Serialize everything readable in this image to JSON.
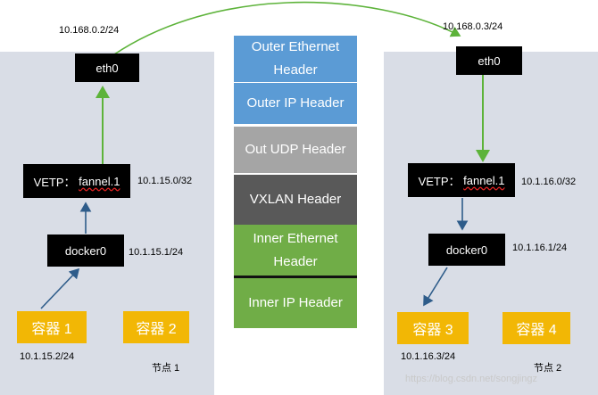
{
  "left_node": {
    "ip": "10.168.0.2/24",
    "eth": "eth0",
    "vtep_prefix": "VETP：",
    "vtep_name": "fannel.1",
    "vtep_ip": "10.1.15.0/32",
    "docker": "docker0",
    "docker_ip": "10.1.15.1/24",
    "container1": "容器 1",
    "container2": "容器 2",
    "container_ip": "10.1.15.2/24",
    "node_label": "节点 1"
  },
  "right_node": {
    "ip": "10.168.0.3/24",
    "eth": "eth0",
    "vtep_prefix": "VETP：",
    "vtep_name": "fannel.1",
    "vtep_ip": "10.1.16.0/32",
    "docker": "docker0",
    "docker_ip": "10.1.16.1/24",
    "container3": "容器 3",
    "container4": "容器 4",
    "container_ip": "10.1.16.3/24",
    "node_label": "节点 2"
  },
  "packet": {
    "outer_ethernet": "Outer Ethernet Header",
    "outer_ip": "Outer IP Header",
    "udp": "Out UDP Header",
    "vxlan": "VXLAN Header",
    "inner_ethernet": "Inner Ethernet Header",
    "inner_ip": "Inner IP Header"
  },
  "watermark": "https://blog.csdn.net/songjingz",
  "colors": {
    "node_bg": "#d9dde6",
    "box": "#000000",
    "container": "#f2b705",
    "green_arrow": "#5db33a",
    "blue_arrow": "#2e5c8a",
    "outer_layer": "#5b9bd5",
    "udp_layer": "#a5a5a5",
    "vxlan_layer": "#595959",
    "inner_layer": "#70ad47"
  }
}
